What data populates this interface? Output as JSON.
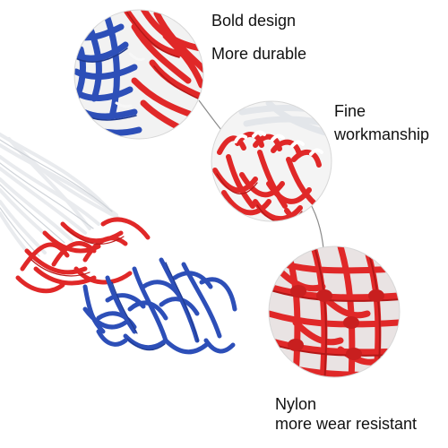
{
  "captions": {
    "bold_design": "Bold design",
    "more_durable": "More durable",
    "fine": "Fine",
    "workmanship": "workmanship",
    "nylon": "Nylon",
    "more_wear_resistant": "more wear resistant"
  },
  "colors": {
    "net_white": "#eef0f2",
    "net_red": "#e02828",
    "net_blue": "#2d4fb8",
    "leader_line": "#8a8a8a",
    "text": "#111111"
  }
}
